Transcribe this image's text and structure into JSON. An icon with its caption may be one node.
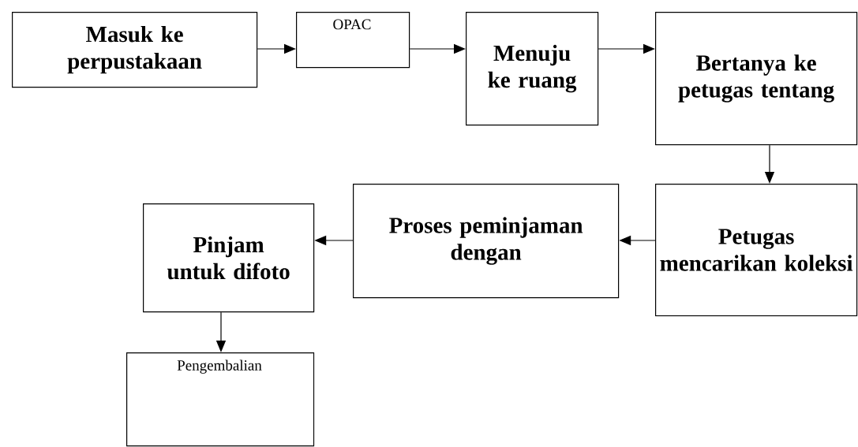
{
  "diagram": {
    "nodes": [
      {
        "text": [
          "Masuk ke perpustakaan"
        ]
      },
      {
        "text": [
          "OPAC"
        ]
      },
      {
        "text": [
          "Menuju ke ruang"
        ]
      },
      {
        "text": [
          "Bertanya ke petugas tentang"
        ]
      },
      {
        "text": [
          "Petugas mencarikan koleksi"
        ]
      },
      {
        "text": [
          "Proses peminjaman dengan"
        ]
      },
      {
        "text": [
          "Pinjam untuk difoto"
        ]
      },
      {
        "text": [
          "Pengembalian"
        ]
      }
    ],
    "edges": [
      {
        "from": 0,
        "to": 1,
        "arrow": "to"
      },
      {
        "from": 1,
        "to": 2,
        "arrow": "to"
      },
      {
        "from": 2,
        "to": 3,
        "arrow": "to"
      },
      {
        "from": 3,
        "to": 4,
        "arrow": "to"
      },
      {
        "from": 4,
        "to": 5,
        "arrow": "to"
      },
      {
        "from": 5,
        "to": 6,
        "arrow": "to"
      },
      {
        "from": 6,
        "to": 7,
        "arrow": "to"
      }
    ]
  }
}
